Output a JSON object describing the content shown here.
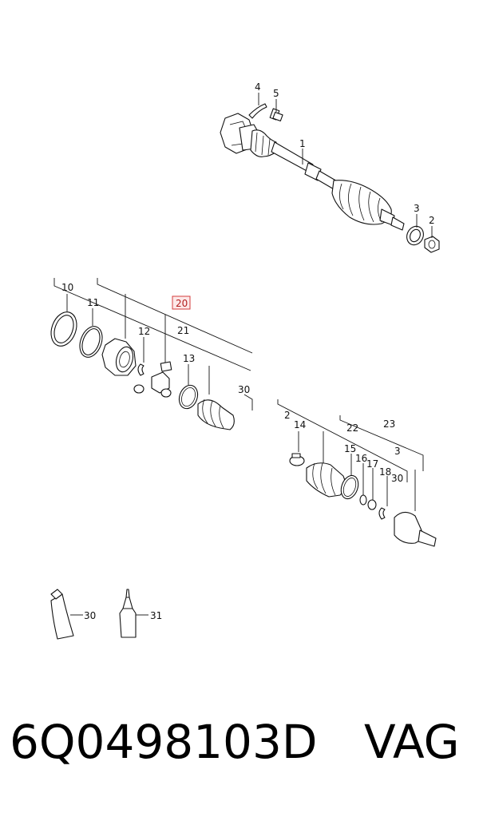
{
  "callouts": [
    {
      "id": "4",
      "label": "4"
    },
    {
      "id": "5",
      "label": "5"
    },
    {
      "id": "1",
      "label": "1"
    },
    {
      "id": "3a",
      "label": "3"
    },
    {
      "id": "2a",
      "label": "2"
    },
    {
      "id": "10",
      "label": "10"
    },
    {
      "id": "11",
      "label": "11"
    },
    {
      "id": "20",
      "label": "20",
      "highlighted": true
    },
    {
      "id": "12",
      "label": "12"
    },
    {
      "id": "21",
      "label": "21"
    },
    {
      "id": "13",
      "label": "13"
    },
    {
      "id": "30a",
      "label": "30"
    },
    {
      "id": "2b",
      "label": "2"
    },
    {
      "id": "14",
      "label": "14"
    },
    {
      "id": "22",
      "label": "22"
    },
    {
      "id": "23",
      "label": "23"
    },
    {
      "id": "15",
      "label": "15"
    },
    {
      "id": "16",
      "label": "16"
    },
    {
      "id": "17",
      "label": "17"
    },
    {
      "id": "18",
      "label": "18"
    },
    {
      "id": "30b",
      "label": "30"
    },
    {
      "id": "3b",
      "label": "3"
    },
    {
      "id": "30c",
      "label": "30"
    },
    {
      "id": "31",
      "label": "31"
    }
  ],
  "colors": {
    "highlight": "#d43c3c",
    "line": "#111111"
  },
  "footer": {
    "part_number": "6Q0498103D",
    "brand": "VAG"
  }
}
